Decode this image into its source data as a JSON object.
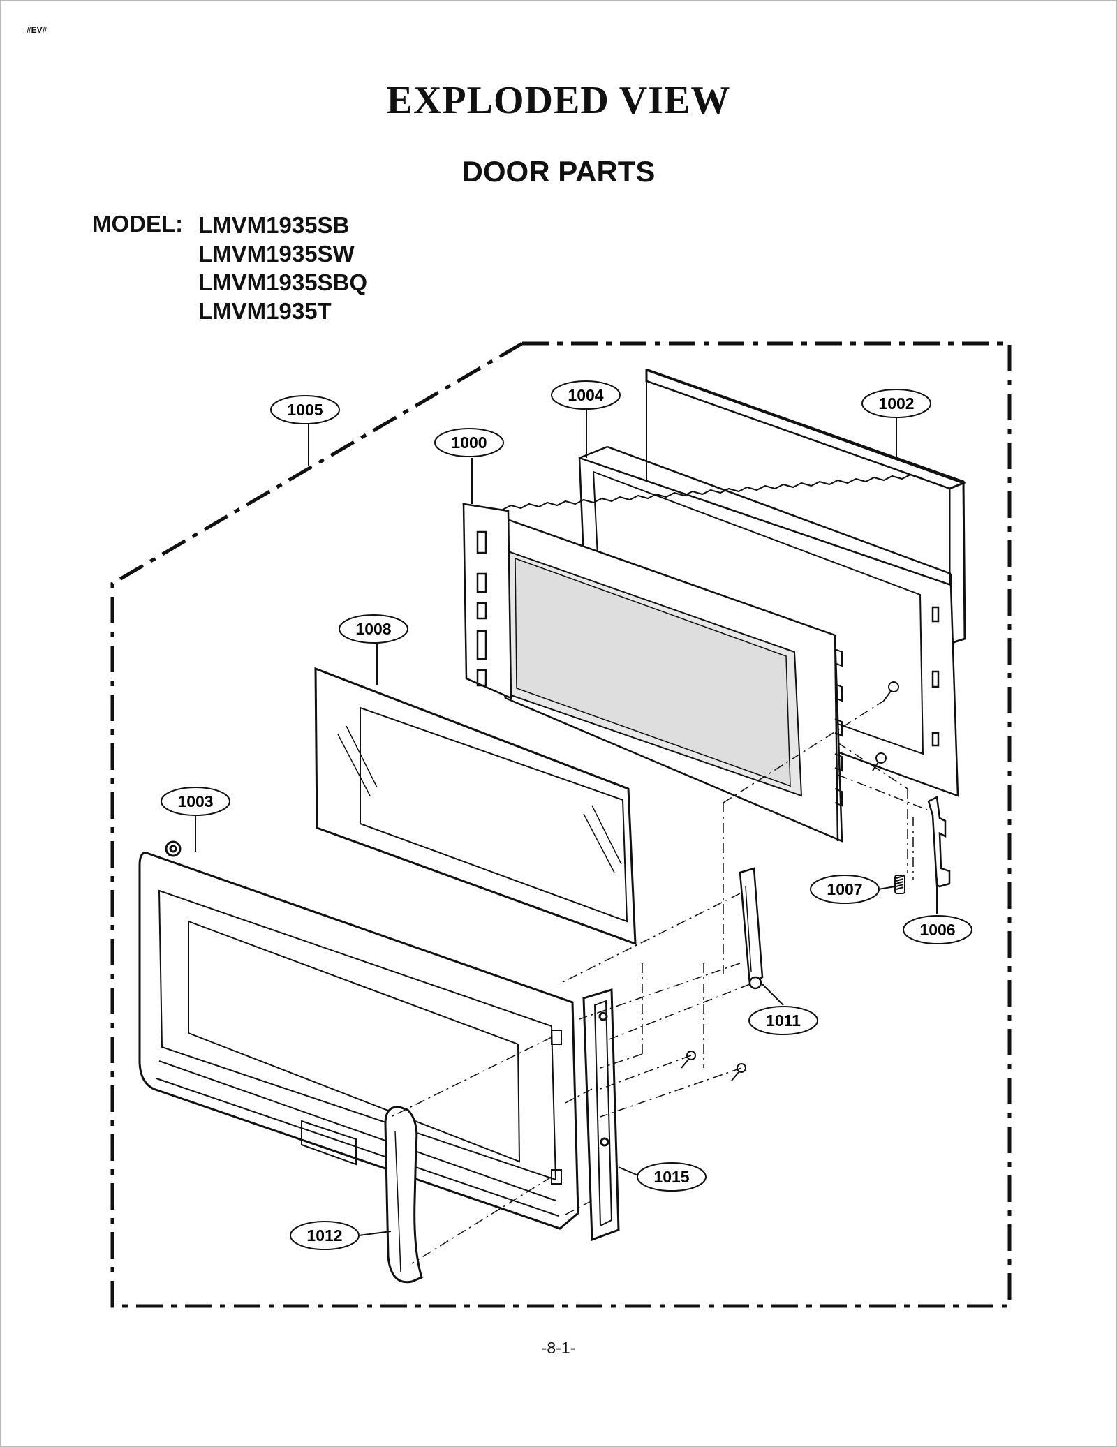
{
  "header_tag": "#EV#",
  "title": "EXPLODED VIEW",
  "subtitle": "DOOR PARTS",
  "model_label": "MODEL:",
  "models": [
    "LMVM1935SB",
    "LMVM1935SW",
    "LMVM1935SBQ",
    "LMVM1935T"
  ],
  "callouts": [
    {
      "id": "1005",
      "label": "1005"
    },
    {
      "id": "1004",
      "label": "1004"
    },
    {
      "id": "1002",
      "label": "1002"
    },
    {
      "id": "1000",
      "label": "1000"
    },
    {
      "id": "1008",
      "label": "1008"
    },
    {
      "id": "1003",
      "label": "1003"
    },
    {
      "id": "1007",
      "label": "1007"
    },
    {
      "id": "1006",
      "label": "1006"
    },
    {
      "id": "1011",
      "label": "1011"
    },
    {
      "id": "1015",
      "label": "1015"
    },
    {
      "id": "1012",
      "label": "1012"
    }
  ],
  "page_number": "-8-1-"
}
